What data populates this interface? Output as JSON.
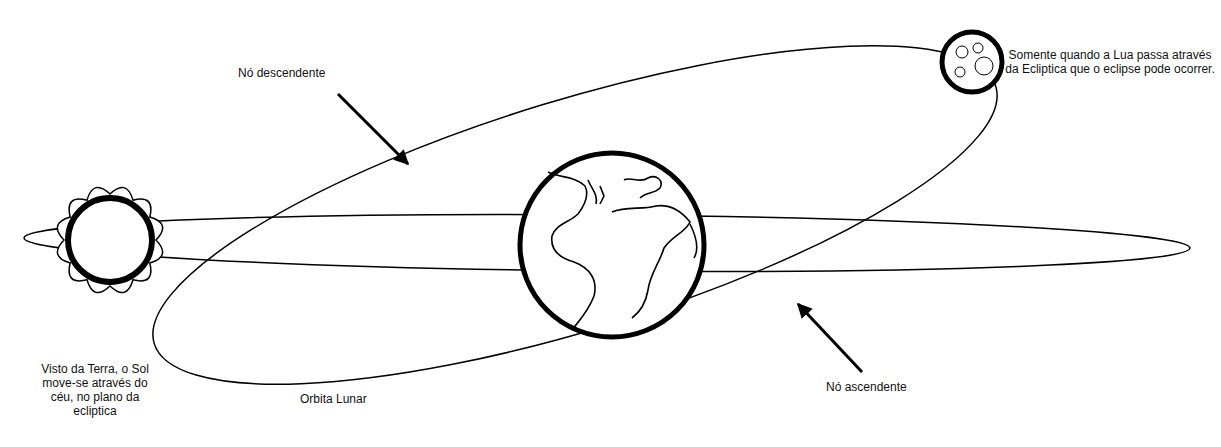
{
  "diagram": {
    "labels": [
      "Nó descendente",
      "Somente quando a Lua passa através da Ecliptica que o eclipse pode ocorrer.",
      "Visto da Terra, o Sol move-se através do céu, no plano da ecliptica",
      "Orbita Lunar",
      "Nó ascendente"
    ]
  }
}
